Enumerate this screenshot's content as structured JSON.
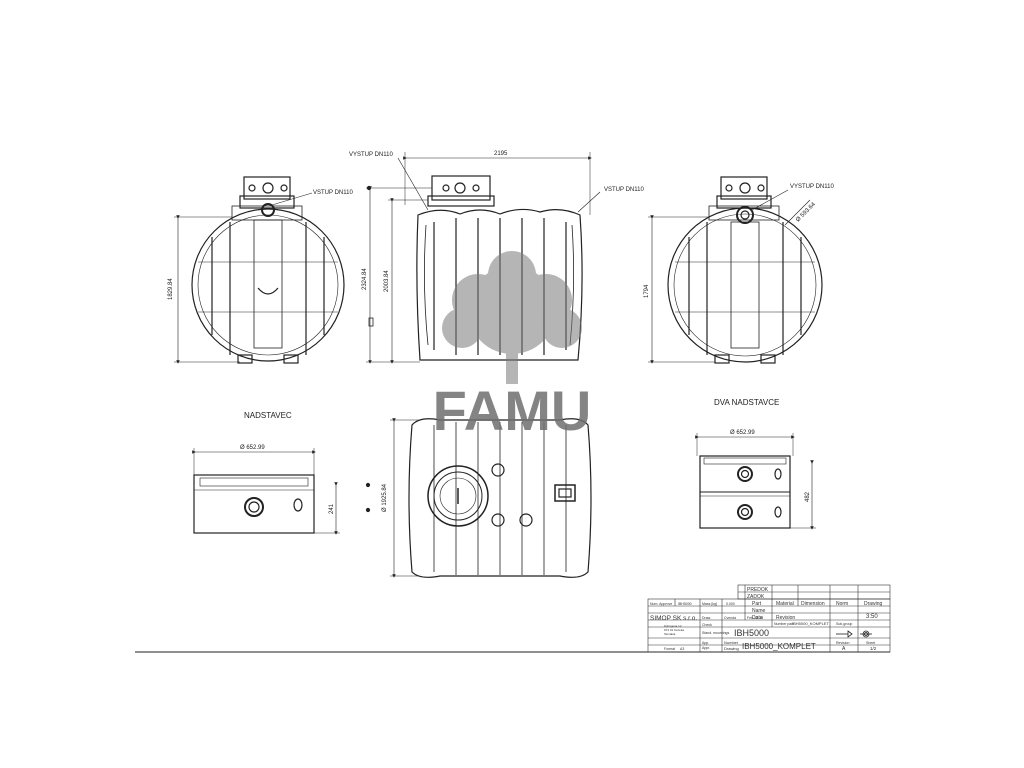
{
  "labels": {
    "vystup_dn110": "VYSTUP DN110",
    "vstup_dn110_left": "VSTUP DN110",
    "vstup_dn110_mid": "VSTUP DN110",
    "vystup_dn110_right": "VYSTUP DN110",
    "nadstavec": "NADSTAVEC",
    "dva_nadstavce": "DVA NADSTAVCE"
  },
  "dimensions": {
    "length": "2195",
    "height_total": "2324.84",
    "height_body": "2003.84",
    "left_height": "1829.84",
    "right_height": "1794",
    "diameter_pipe": "Ø 593.64",
    "diameter_top": "Ø 1925.84",
    "nadstavec_dia": "Ø 652.99",
    "nadstavec_h": "241",
    "dva_dia": "Ø 652.99",
    "dva_h": "482"
  },
  "watermark": {
    "text": "FAMU"
  },
  "title_block": {
    "views": [
      "PREDOK",
      "ZADOK"
    ],
    "headers": [
      "Part",
      "Material",
      "Dimension",
      "Norm",
      "Drawing"
    ],
    "cells": {
      "num_approve": "Num. Approve",
      "num_value": "IBH5000",
      "mass_label": "Mass [kg]",
      "mass_value": "0.000",
      "name": "Name",
      "date": "Date",
      "revision": "Revision",
      "scale": "3:50",
      "draw": "Draw.",
      "drawer": "Cvenda",
      "draw_date": "Feb-12-18",
      "number_part": "Number part",
      "number_part_value": "IBH5000_KOMPLET",
      "sub_group": "Sub-group",
      "check": "Check",
      "company": "SIMOP SK s.r.o.",
      "address": "Kýtrsgova 12",
      "city": "974 01 Kezeka",
      "country": "Slovakia",
      "stand": "Stand. mountings",
      "approve": "App.",
      "approve_date": "Appr.",
      "part_number_big": "IBH5000",
      "number": "Number",
      "drawing": "Drawing",
      "drawing_big": "IBH5000_KOMPLET",
      "format_label": "Format",
      "format_value": "A3",
      "revision_letter": "A",
      "sheet_label": "Sheet",
      "sheet_value": "1/2",
      "revision_label": "Revision"
    }
  }
}
